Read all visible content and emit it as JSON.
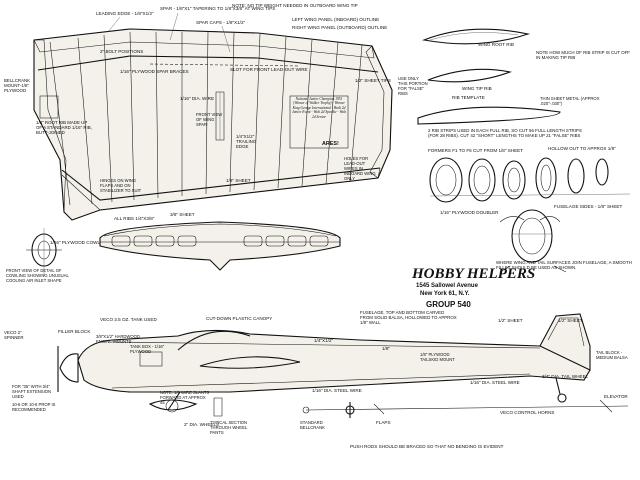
{
  "wing": {
    "leading_edge": "LEADING EDGE - 1/8\"X1/2\"",
    "spar": "SPAR - 1/8\"X1\" TAPERING TO 1/8\"X3/8\" AT WING TIPS",
    "no_tip_weight": "NOTE: NO TIP WEIGHT NEEDED IN OUTBOARD WING TIP",
    "spar_caps": "SPAR CAPS - 1/8\"X1/2\"",
    "left_panel": "LEFT WING PANEL (INBOARD) OUTLINE",
    "right_panel": "RIGHT WING PANEL (OUTBOARD) OUTLINE",
    "bolt_positions": "2\" BOLT POSITIONS",
    "plywood_spar_braces": "1/16\" PLYWOOD SPAR BRACES",
    "slot_lead_out": "SLOT FOR FRONT LEAD-OUT WIRE",
    "half_sheet_tips": "1/2\" SHEET TIPS",
    "bellcrank_mount": "BELLCRANK MOUNT-1/8\" PLYWOOD",
    "root_rib": "1/8\" ROOT RIB MADE UP OF A STANDARD 1/16\" RIB, BUTT-JOINED",
    "wire": "1/16\" DIA. WIRE",
    "front_view_spar": "FRONT VIEW OF WING SPAR",
    "trailing_edge": "1/4\"X1/2\" TRAILING EDGE",
    "hinges": "HINGES ON WING FLAPS AND ON STABILIZER TO SUIT",
    "holes_lead_out": "HOLES FOR LEAD-OUT WIRES IN INBOARD WING ONLY",
    "sheet": "1/8\" SHEET",
    "champ_box": "National Junior Champion 1951 (Winner of Walker Trophy) - Winner King George International - Built 2d Junior Event - Walt 2d Speedie - Walt 2d Senior",
    "ares": "ARES!"
  },
  "ribs": {
    "wing_root_rib": "WING ROOT RIB",
    "wing_tip_rib": "WING TIP RIB",
    "strip_note": "NOTE HOW MUCH OF RIB STRIP IS CUT OFF IN MAKING TIP RIB",
    "use_only": "USE ONLY THIS PORTION FOR \"FALSE\" RIBS",
    "rib_template": "RIB TEMPLATE",
    "thin_metal": "THIN SHEET METAL (APPROX .020\"-.030\")",
    "rib_strip_note": "2 RIB STRIPS USED IN EACH FULL RIB, SO CUT 56 FULL LENGTH STRIPS (FOR 28 RIBS). CUT 42 \"SHORT\" LENGTHS TO MAKE UP 21 \"FALSE\" RIBS"
  },
  "fuselage_sections": {
    "formers": "FORMERS F1 TO F6 CUT FROM 1/8\" SHEET",
    "hollow": "HOLLOW OUT TO APPROX 1/8\"",
    "sides": "FUSELAGE SIDES - 1/8\" SHEET",
    "doubler": "1/16\" PLYWOOD DOUBLER",
    "fillet_note": "WHERE WING AND TAIL SURFACES JOIN FUSELAGE, A SMOOTH FILLET SHOULD BE USED AS SHOWN."
  },
  "front_view": {
    "cowl": "1/16\" PLYWOOD COWL REINFORCEMENT",
    "caption": "FRONT VIEW OF DETAIL OF COWLING SHOWING UNUSUAL COOLING AIR INLET SHAPE"
  },
  "stab": {
    "all_ribs": "ALL RIBS 1/4\"X3/8\"",
    "sheet": "3/8\" SHEET"
  },
  "title_block": {
    "title": "HOBBY HELPERS",
    "address_1": "1545 Sallowel Avenue",
    "address_2": "New York 61, N.Y.",
    "group": "GROUP 540"
  },
  "side_view": {
    "tank": "VECO 3.5 OZ. TANK USED",
    "canopy": "CUT-DOWN PLASTIC CANOPY",
    "fuselage_note": "FUSELAGE, TOP AND BOTTOM CARVED FROM SOLID BALSA, HOLLOWED TO APPROX 1/8\" WALL",
    "veco": "VECO 2\" SPINNER",
    "filler": "FILLER BLOCK",
    "mounts": "3/8\"X1/2\" HARDWOOD ENGINE MOUNTS",
    "tank_box": "TANK BOX - 1/16\" PLYWOOD",
    "sheet_14": "1/4\"X1/2\"",
    "sheet_18": "1/8\"",
    "tailskid": "1/8\" PLYWOOD TAILSKID MOUNT",
    "half_sheet": "1/2\" SHEET",
    "fin_sheet": "1/2\" SHEET",
    "tail_block": "TAIL BLOCK - MEDIUM BALSA",
    "wire_tail": "1/16\" DIA. STEEL WIRE",
    "tail_wheel": "3/4\" DIA. TAIL WHEEL",
    "shaft_note": "FOR \"35\" WITH 3/4\" SHAFT EXTENSION USED",
    "prop": "10-6 OR 10-6 PROP IS RECOMMENDED",
    "wheels": "2\" DIA. WHEELS",
    "wire_note": "NOTE: 1/8 WIRE SLANTS FORWARD AT APPROX 45",
    "wheel_pants": "TYPICAL SECTION THROUGH WHEEL PANTS"
  },
  "controls": {
    "steel_wire": "1/16\" DIA. STEEL WIRE",
    "bellcrank": "STANDARD BELLCRANK",
    "flaps": "FLAPS",
    "horns": "VECO CONTROL HORNS",
    "elevator": "ELEVATOR",
    "push_rods": "PUSH RODS SHOULD BE BRACED SO THAT NO BENDING IS EVIDENT"
  }
}
